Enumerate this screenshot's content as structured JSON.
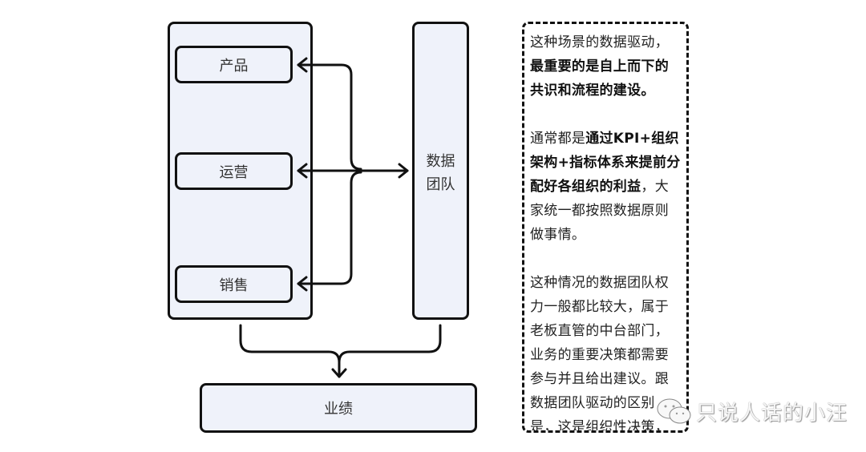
{
  "diagram": {
    "business_nodes": [
      {
        "label": "产品"
      },
      {
        "label": "运营"
      },
      {
        "label": "销售"
      }
    ],
    "data_team": {
      "label_line1": "数据",
      "label_line2": "团队"
    },
    "result": {
      "label": "业绩"
    },
    "connections": [
      {
        "from": "数据团队",
        "to": "产品",
        "type": "bidirectional"
      },
      {
        "from": "数据团队",
        "to": "运营",
        "type": "bidirectional"
      },
      {
        "from": "数据团队",
        "to": "销售",
        "type": "bidirectional"
      },
      {
        "from": "业务部门",
        "to": "业绩",
        "type": "merge"
      },
      {
        "from": "数据团队",
        "to": "业绩",
        "type": "merge"
      }
    ],
    "colors": {
      "box_fill": "#eff2fa",
      "stroke": "#111111"
    }
  },
  "note": {
    "p1": {
      "normal": "这种场景的数据驱动，",
      "bold": "最重要的是自上而下的共识和流程的建设。"
    },
    "p2": {
      "normal_pre": "通常都是",
      "bold": "通过KPI+组织架构+指标体系来提前分配好各组织的利益",
      "normal_post": "，大家统一都按照数据原则做事情。"
    },
    "p3": {
      "text": "这种情况的数据团队权力一般都比较大，属于老板直管的中台部门，业务的重要决策都需要参与并且给出建议。跟数据团队驱动的区别是，这是组织性决策，并不涉及分析师个人"
    }
  },
  "watermark": {
    "text": "只说人话的小汪",
    "icon": "wechat-icon"
  }
}
